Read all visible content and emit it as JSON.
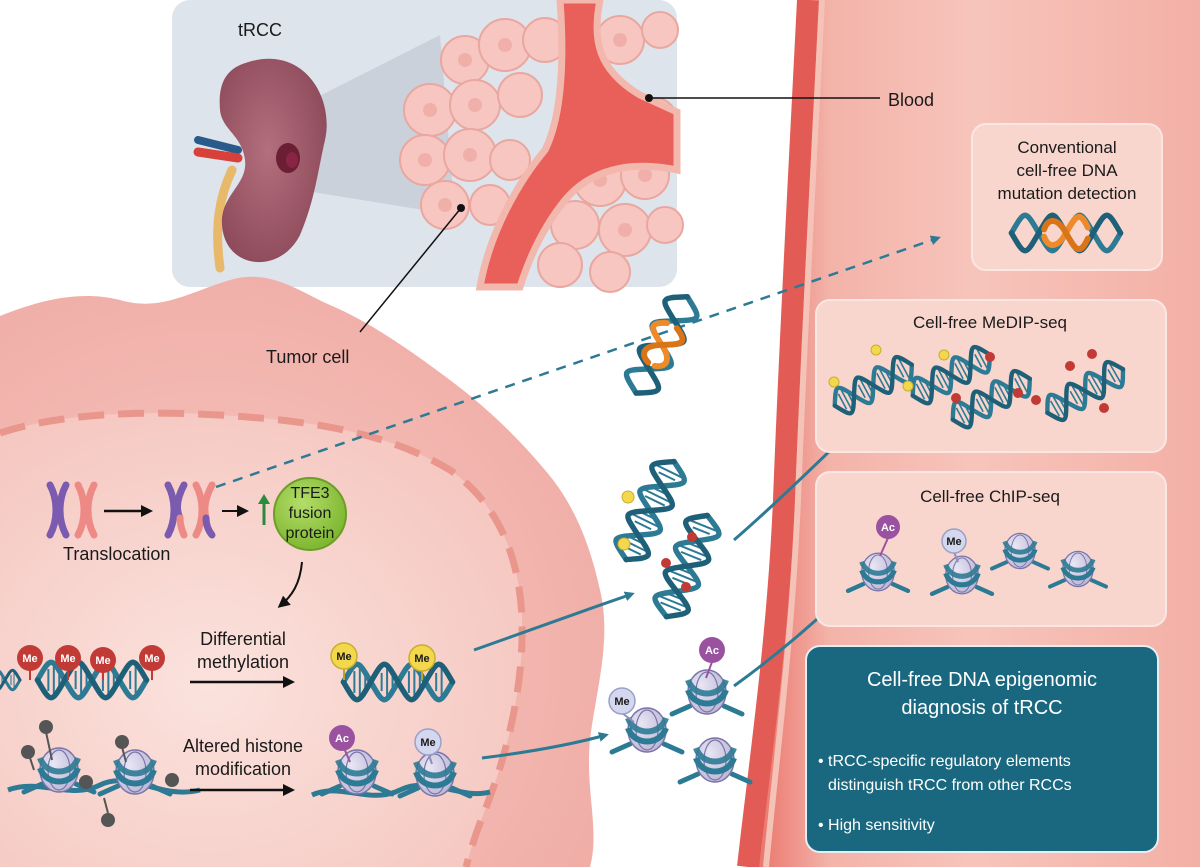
{
  "labels": {
    "trcc": "tRCC",
    "blood": "Blood",
    "tumor_cell": "Tumor cell",
    "translocation": "Translocation",
    "tfe3_line1": "TFE3",
    "tfe3_line2": "fusion",
    "tfe3_line3": "protein",
    "diff_meth_line1": "Differential",
    "diff_meth_line2": "methylation",
    "histone_line1": "Altered histone",
    "histone_line2": "modification"
  },
  "badges": {
    "me": "Me",
    "ac": "Ac"
  },
  "boxes": {
    "conventional_line1": "Conventional",
    "conventional_line2": "cell-free DNA",
    "conventional_line3": "mutation detection",
    "medip": "Cell-free MeDIP-seq",
    "chip": "Cell-free ChIP-seq"
  },
  "summary": {
    "title_line1": "Cell-free DNA epigenomic",
    "title_line2": "diagnosis of tRCC",
    "bullet1_line1": "• tRCC-specific regulatory elements",
    "bullet1_line2": "distinguish tRCC from other RCCs",
    "bullet2": "• High sensitivity"
  },
  "colors": {
    "dna_blue": "#2d7a94",
    "dna_orange": "#ee8a2a",
    "me_red": "#c23a35",
    "me_yellow": "#f3d84e",
    "ac_purple": "#9a52a0",
    "me_lilac": "#d4d8ee",
    "tfe3_green": "#8cc43a",
    "summary_teal": "#1a6880",
    "vessel_red": "#e4665f"
  }
}
